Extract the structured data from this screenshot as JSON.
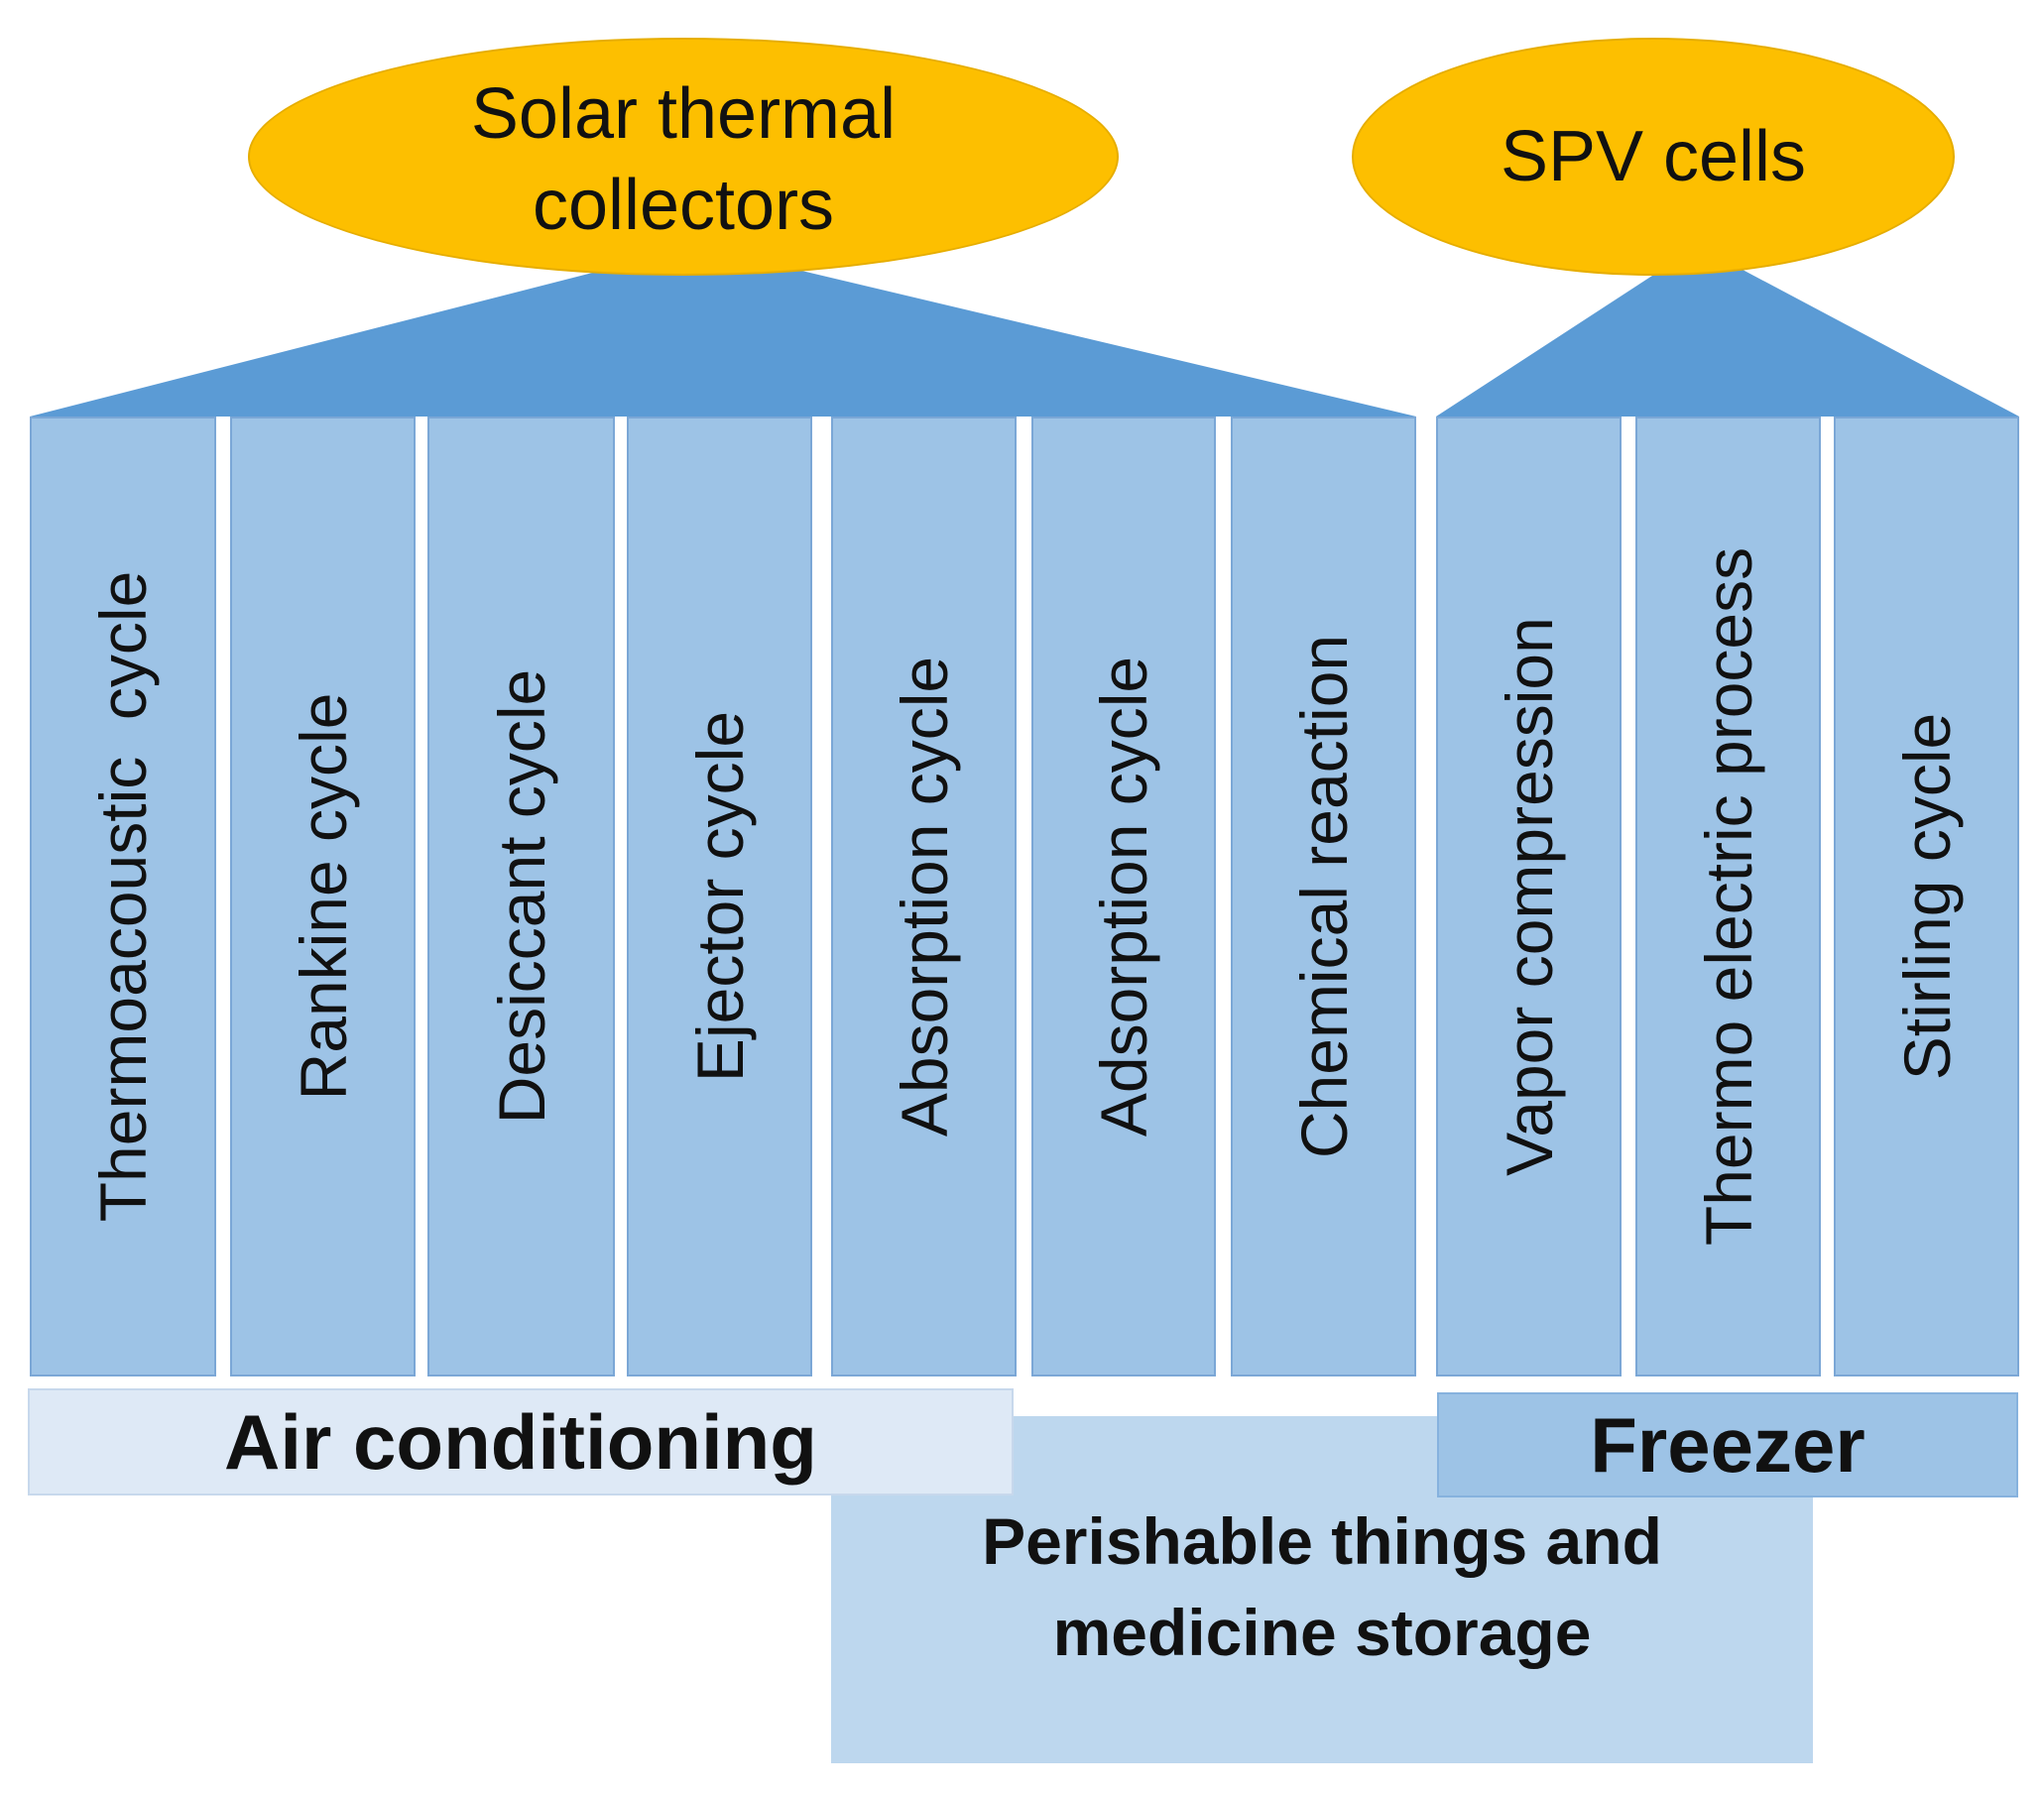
{
  "colors": {
    "source_fill": "#fdbf00",
    "roof_fill": "#5b9bd5",
    "pillar_fill": "#9dc3e6",
    "air_conditioning_fill": "#dee9f6",
    "perishable_fill": "#bdd7ee",
    "freezer_fill": "#9dc3e6"
  },
  "sources": {
    "solar": "Solar thermal\ncollectors",
    "spv": "SPV cells"
  },
  "pillars": {
    "thermoacoustic": "Thermoacoustic  cycle",
    "rankine": "Rankine cycle",
    "desiccant": "Desiccant cycle",
    "ejector": "Ejector cycle",
    "absorption": "Absorption cycle",
    "adsorption": "Adsorption cycle",
    "chemical": "Chemical reaction",
    "vapor": "Vapor compression",
    "thermoelectric": "Thermo electric process",
    "stirling": "Stirling cycle"
  },
  "applications": {
    "air_conditioning": "Air conditioning",
    "perishable": "Perishable things and\nmedicine storage",
    "freezer": "Freezer"
  }
}
